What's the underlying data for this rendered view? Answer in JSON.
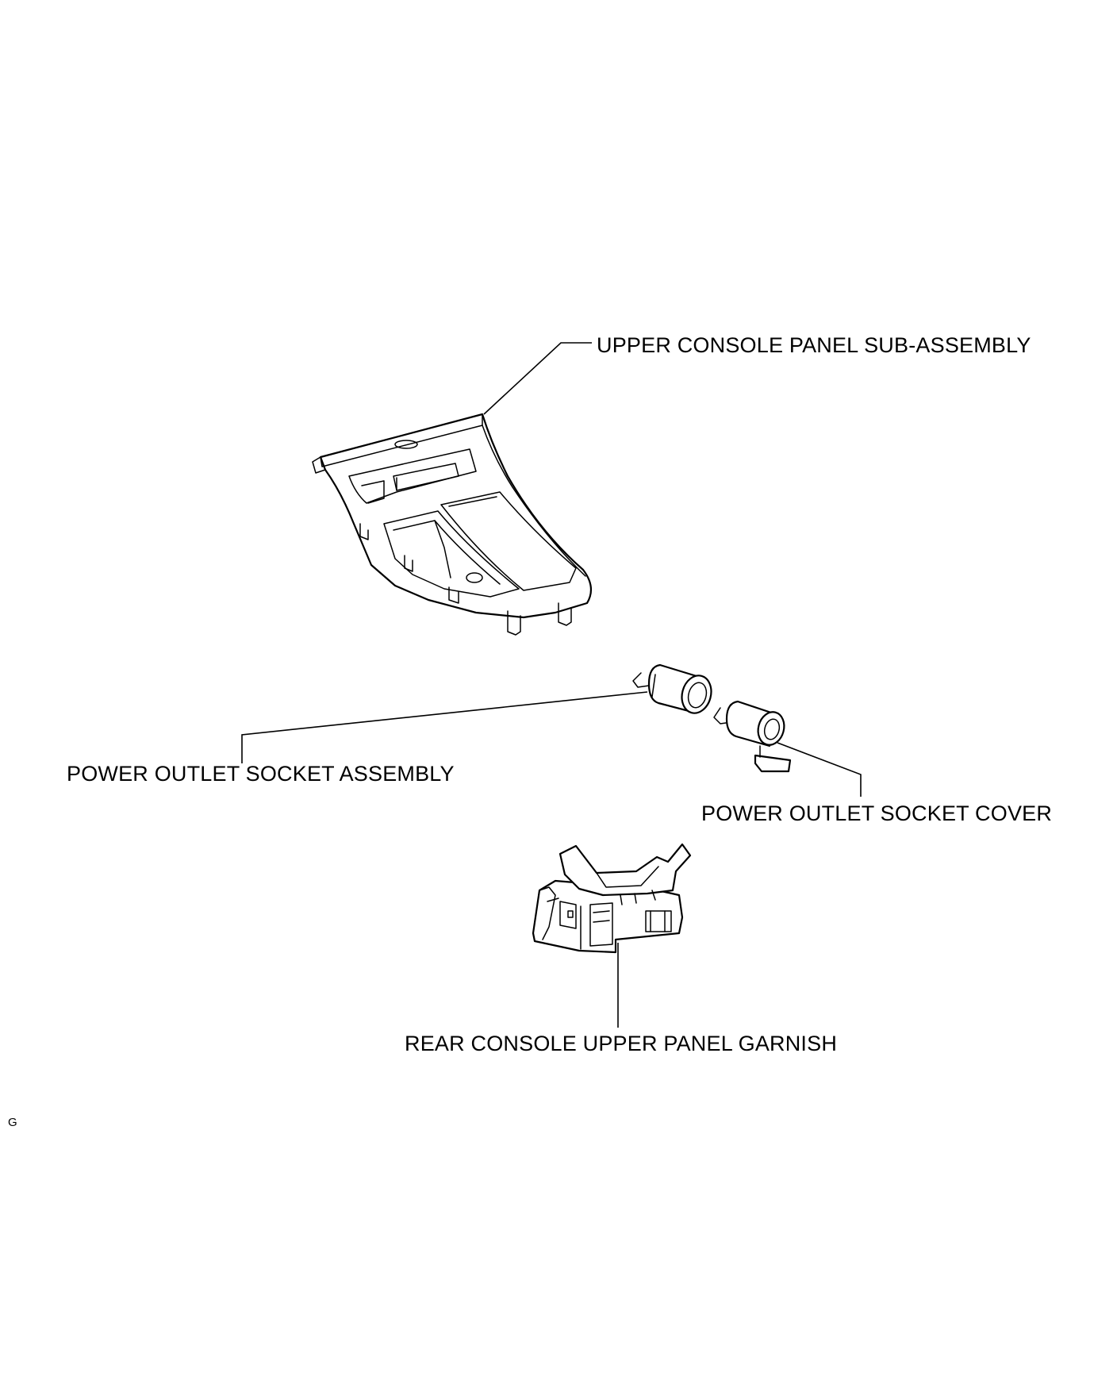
{
  "labels": {
    "upper_console_panel": "UPPER CONSOLE PANEL SUB-ASSEMBLY",
    "power_outlet_socket_assembly": "POWER OUTLET SOCKET ASSEMBLY",
    "power_outlet_socket_cover": "POWER OUTLET SOCKET COVER",
    "rear_console_upper_panel_garnish": "REAR CONSOLE UPPER PANEL GARNISH"
  },
  "figure_code": "G"
}
